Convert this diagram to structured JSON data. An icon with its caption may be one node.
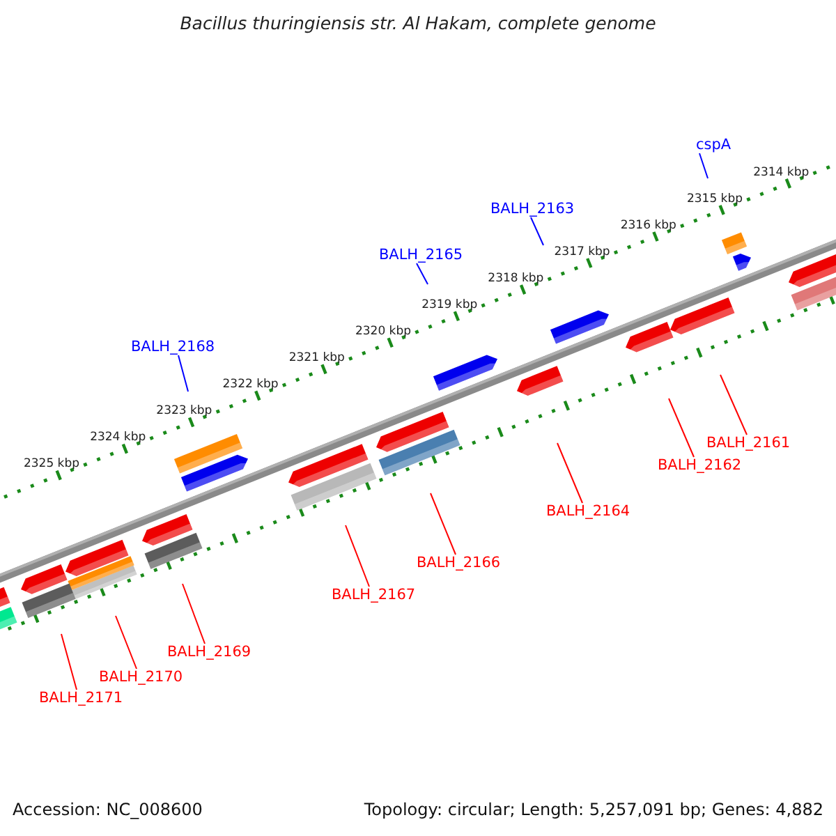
{
  "diagram": {
    "title": "Bacillus thuringiensis str. Al Hakam, complete genome",
    "nodes": [
      {
        "text": [
          "cspA"
        ]
      },
      {
        "text": [
          "BALH_2163"
        ]
      },
      {
        "text": [
          "BALH_2165"
        ]
      },
      {
        "text": [
          "BALH_2168"
        ]
      },
      {
        "text": [
          "BALH_2161"
        ]
      },
      {
        "text": [
          "BALH_2162"
        ]
      },
      {
        "text": [
          "BALH_2164"
        ]
      },
      {
        "text": [
          "BALH_2166"
        ]
      },
      {
        "text": [
          "BALH_2167"
        ]
      },
      {
        "text": [
          "BALH_2169"
        ]
      },
      {
        "text": [
          "BALH_2170"
        ]
      },
      {
        "text": [
          "BALH_2171"
        ]
      }
    ],
    "edges": [
      {
        "from": 0,
        "to": null,
        "arrow": "none",
        "color": "#0000ff"
      },
      {
        "from": 1,
        "to": null,
        "arrow": "none",
        "color": "#0000ff"
      },
      {
        "from": 2,
        "to": null,
        "arrow": "none",
        "color": "#0000ff"
      },
      {
        "from": 3,
        "to": null,
        "arrow": "none",
        "color": "#0000ff"
      },
      {
        "from": 4,
        "to": null,
        "arrow": "none"
      },
      {
        "from": 5,
        "to": null,
        "arrow": "none"
      },
      {
        "from": 6,
        "to": null,
        "arrow": "none"
      },
      {
        "from": 7,
        "to": null,
        "arrow": "none"
      },
      {
        "from": 8,
        "to": null,
        "arrow": "none"
      },
      {
        "from": 9,
        "to": null,
        "arrow": "none"
      },
      {
        "from": 10,
        "to": null,
        "arrow": "none"
      },
      {
        "from": 11,
        "to": null,
        "arrow": "none"
      }
    ],
    "labels": [
      "2314 kbp",
      "2315 kbp",
      "2316 kbp",
      "2317 kbp",
      "2318 kbp",
      "2319 kbp",
      "2320 kbp",
      "2321 kbp",
      "2322 kbp",
      "2323 kbp",
      "2324 kbp",
      "2325 kbp",
      "Accession: NC_008600",
      "Topology: circular; Length: 5,257,091 bp; Genes: 4,882"
    ]
  }
}
